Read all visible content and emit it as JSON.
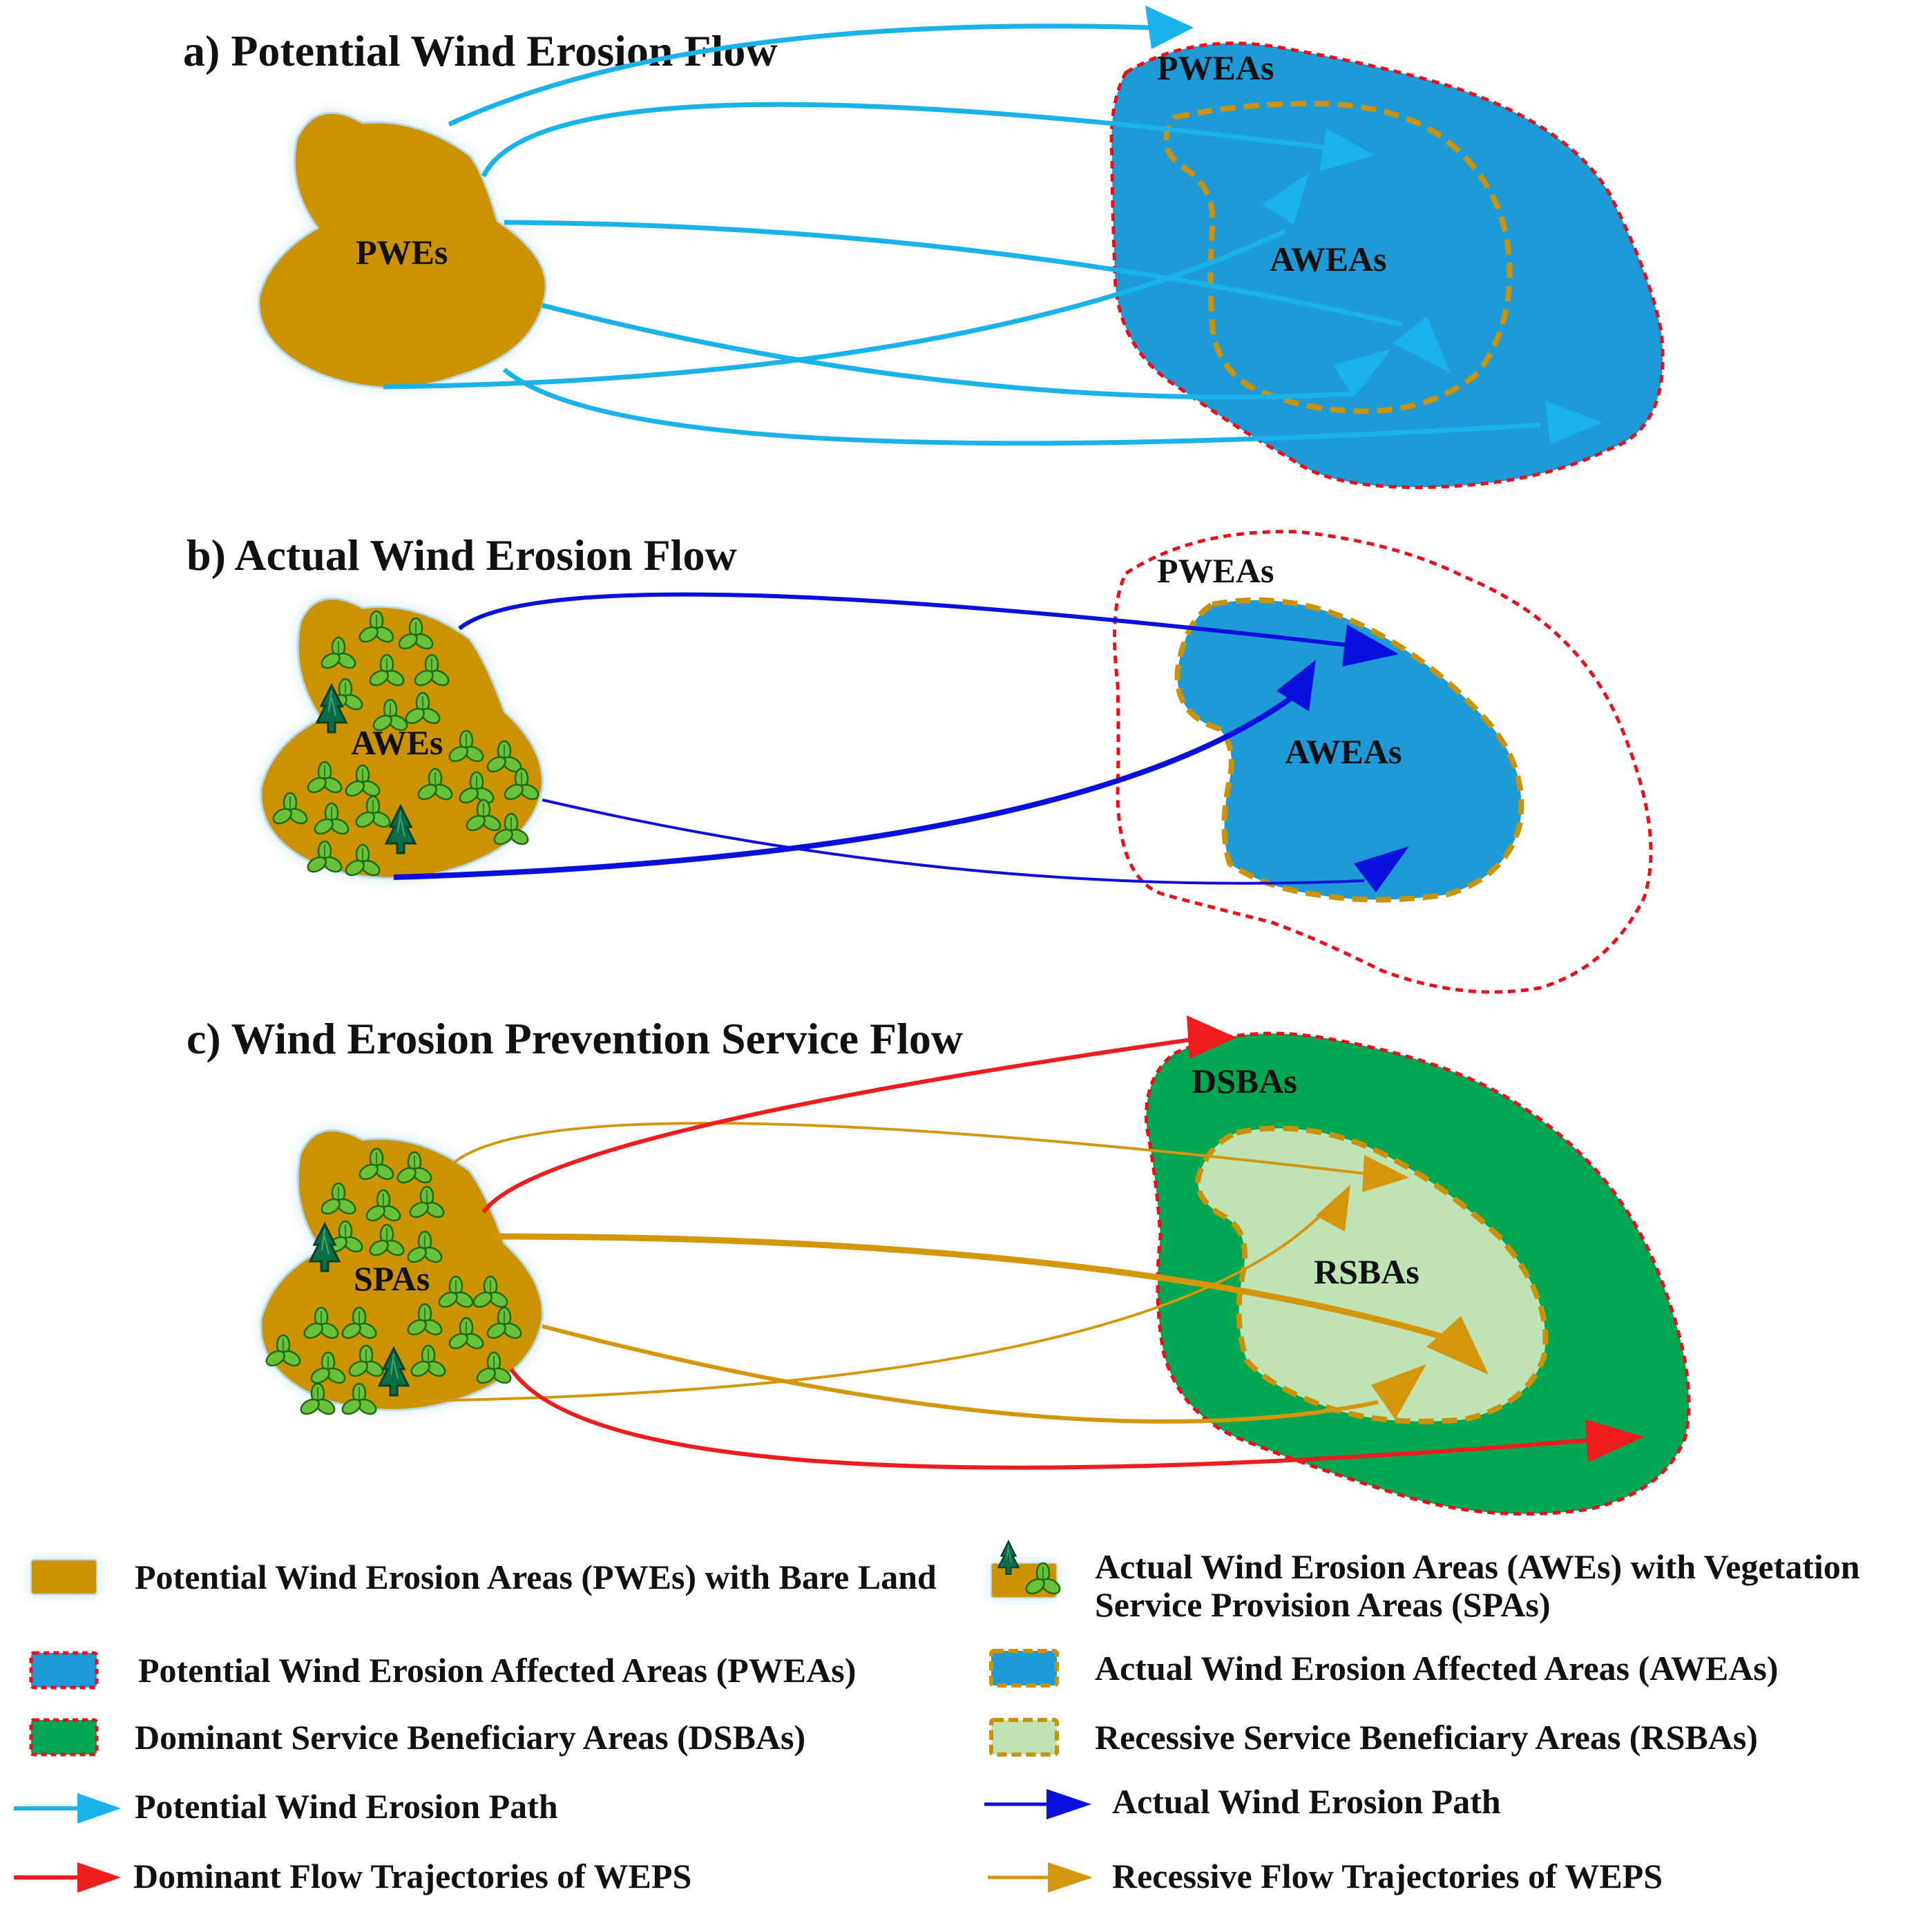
{
  "panels": {
    "a": {
      "title": "a) Potential Wind Erosion Flow",
      "source_label": "PWEs",
      "outer_label": "PWEAs",
      "inner_label": "AWEAs"
    },
    "b": {
      "title": "b) Actual Wind Erosion Flow",
      "source_label": "AWEs",
      "outer_label": "PWEAs",
      "inner_label": "AWEAs"
    },
    "c": {
      "title": "c) Wind Erosion Prevention Service Flow",
      "source_label": "SPAs",
      "outer_label": "DSBAs",
      "inner_label": "RSBAs"
    }
  },
  "legend": {
    "pwes": "Potential Wind Erosion Areas (PWEs) with Bare Land",
    "awes_line1": "Actual Wind Erosion Areas (AWEs) with Vegetation",
    "awes_line2": "Service Provision Areas (SPAs)",
    "pweas": "Potential Wind Erosion Affected Areas (PWEAs)",
    "aweas": "Actual Wind Erosion Affected Areas (AWEAs)",
    "dsbas": "Dominant Service Beneficiary Areas (DSBAs)",
    "rsbas": "Recessive Service Beneficiary Areas (RSBAs)",
    "potential_path": "Potential Wind Erosion Path",
    "actual_path": "Actual Wind Erosion Path",
    "dominant_flow": "Dominant Flow Trajectories of WEPS",
    "recessive_flow": "Recessive Flow Trajectories of WEPS"
  },
  "colors": {
    "bare_land": "#CC9300",
    "affected_blue": "#1E9BD7",
    "potential_path": "#1AB2EA",
    "actual_path": "#0A10DC",
    "dominant_green": "#00A651",
    "recessive_green": "#BFE3B4",
    "dominant_flow": "#EE1C1C",
    "recessive_flow": "#D4960A",
    "red_dash": "#E8101A",
    "orange_dash": "#C99208"
  }
}
